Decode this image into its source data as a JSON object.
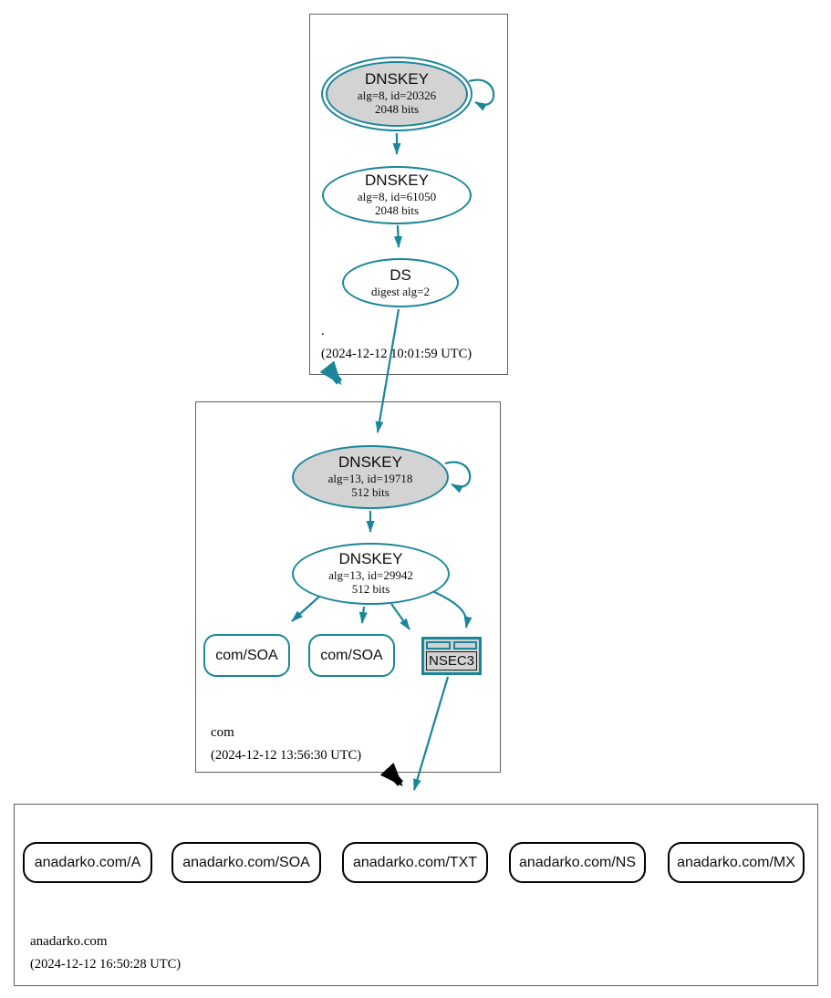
{
  "diagram": {
    "type": "dnssec-authentication-chain",
    "colors": {
      "secure_teal": "#1a8699",
      "insecure_black": "#000000",
      "ksk_fill_gray": "#d3d3d3",
      "zone_box_border": "#606060"
    },
    "zones": [
      {
        "name": ".",
        "timestamp": "(2024-12-12 10:01:59 UTC)",
        "nodes": {
          "ksk": {
            "title": "DNSKEY",
            "line1": "alg=8, id=20326",
            "line2": "2048 bits"
          },
          "zsk": {
            "title": "DNSKEY",
            "line1": "alg=8, id=61050",
            "line2": "2048 bits"
          },
          "ds": {
            "title": "DS",
            "line1": "digest alg=2"
          }
        }
      },
      {
        "name": "com",
        "timestamp": "(2024-12-12 13:56:30 UTC)",
        "nodes": {
          "ksk": {
            "title": "DNSKEY",
            "line1": "alg=13, id=19718",
            "line2": "512 bits"
          },
          "zsk": {
            "title": "DNSKEY",
            "line1": "alg=13, id=29942",
            "line2": "512 bits"
          },
          "soa1": {
            "label": "com/SOA"
          },
          "soa2": {
            "label": "com/SOA"
          },
          "nsec3": {
            "label": "NSEC3"
          }
        }
      },
      {
        "name": "anadarko.com",
        "timestamp": "(2024-12-12 16:50:28 UTC)",
        "nodes": {
          "a": {
            "label": "anadarko.com/A"
          },
          "soa": {
            "label": "anadarko.com/SOA"
          },
          "txt": {
            "label": "anadarko.com/TXT"
          },
          "ns": {
            "label": "anadarko.com/NS"
          },
          "mx": {
            "label": "anadarko.com/MX"
          }
        }
      }
    ],
    "edges": [
      {
        "from": "root-ksk",
        "to": "root-ksk",
        "style": "self-loop-teal"
      },
      {
        "from": "root-ksk",
        "to": "root-zsk",
        "style": "teal"
      },
      {
        "from": "root-zsk",
        "to": "root-ds",
        "style": "teal"
      },
      {
        "from": "root-ds",
        "to": "com-ksk",
        "style": "teal"
      },
      {
        "from": "zone-root",
        "to": "zone-com",
        "style": "thick-teal-delegation"
      },
      {
        "from": "com-ksk",
        "to": "com-ksk",
        "style": "self-loop-teal"
      },
      {
        "from": "com-ksk",
        "to": "com-zsk",
        "style": "teal"
      },
      {
        "from": "com-zsk",
        "to": "com-soa1",
        "style": "teal"
      },
      {
        "from": "com-zsk",
        "to": "com-soa2",
        "style": "teal"
      },
      {
        "from": "com-zsk",
        "to": "com-nsec3-left",
        "style": "teal"
      },
      {
        "from": "com-zsk",
        "to": "com-nsec3-right",
        "style": "teal"
      },
      {
        "from": "com-nsec3",
        "to": "zone-anadarko",
        "style": "teal"
      },
      {
        "from": "zone-com",
        "to": "zone-anadarko",
        "style": "thick-black-delegation"
      }
    ]
  }
}
